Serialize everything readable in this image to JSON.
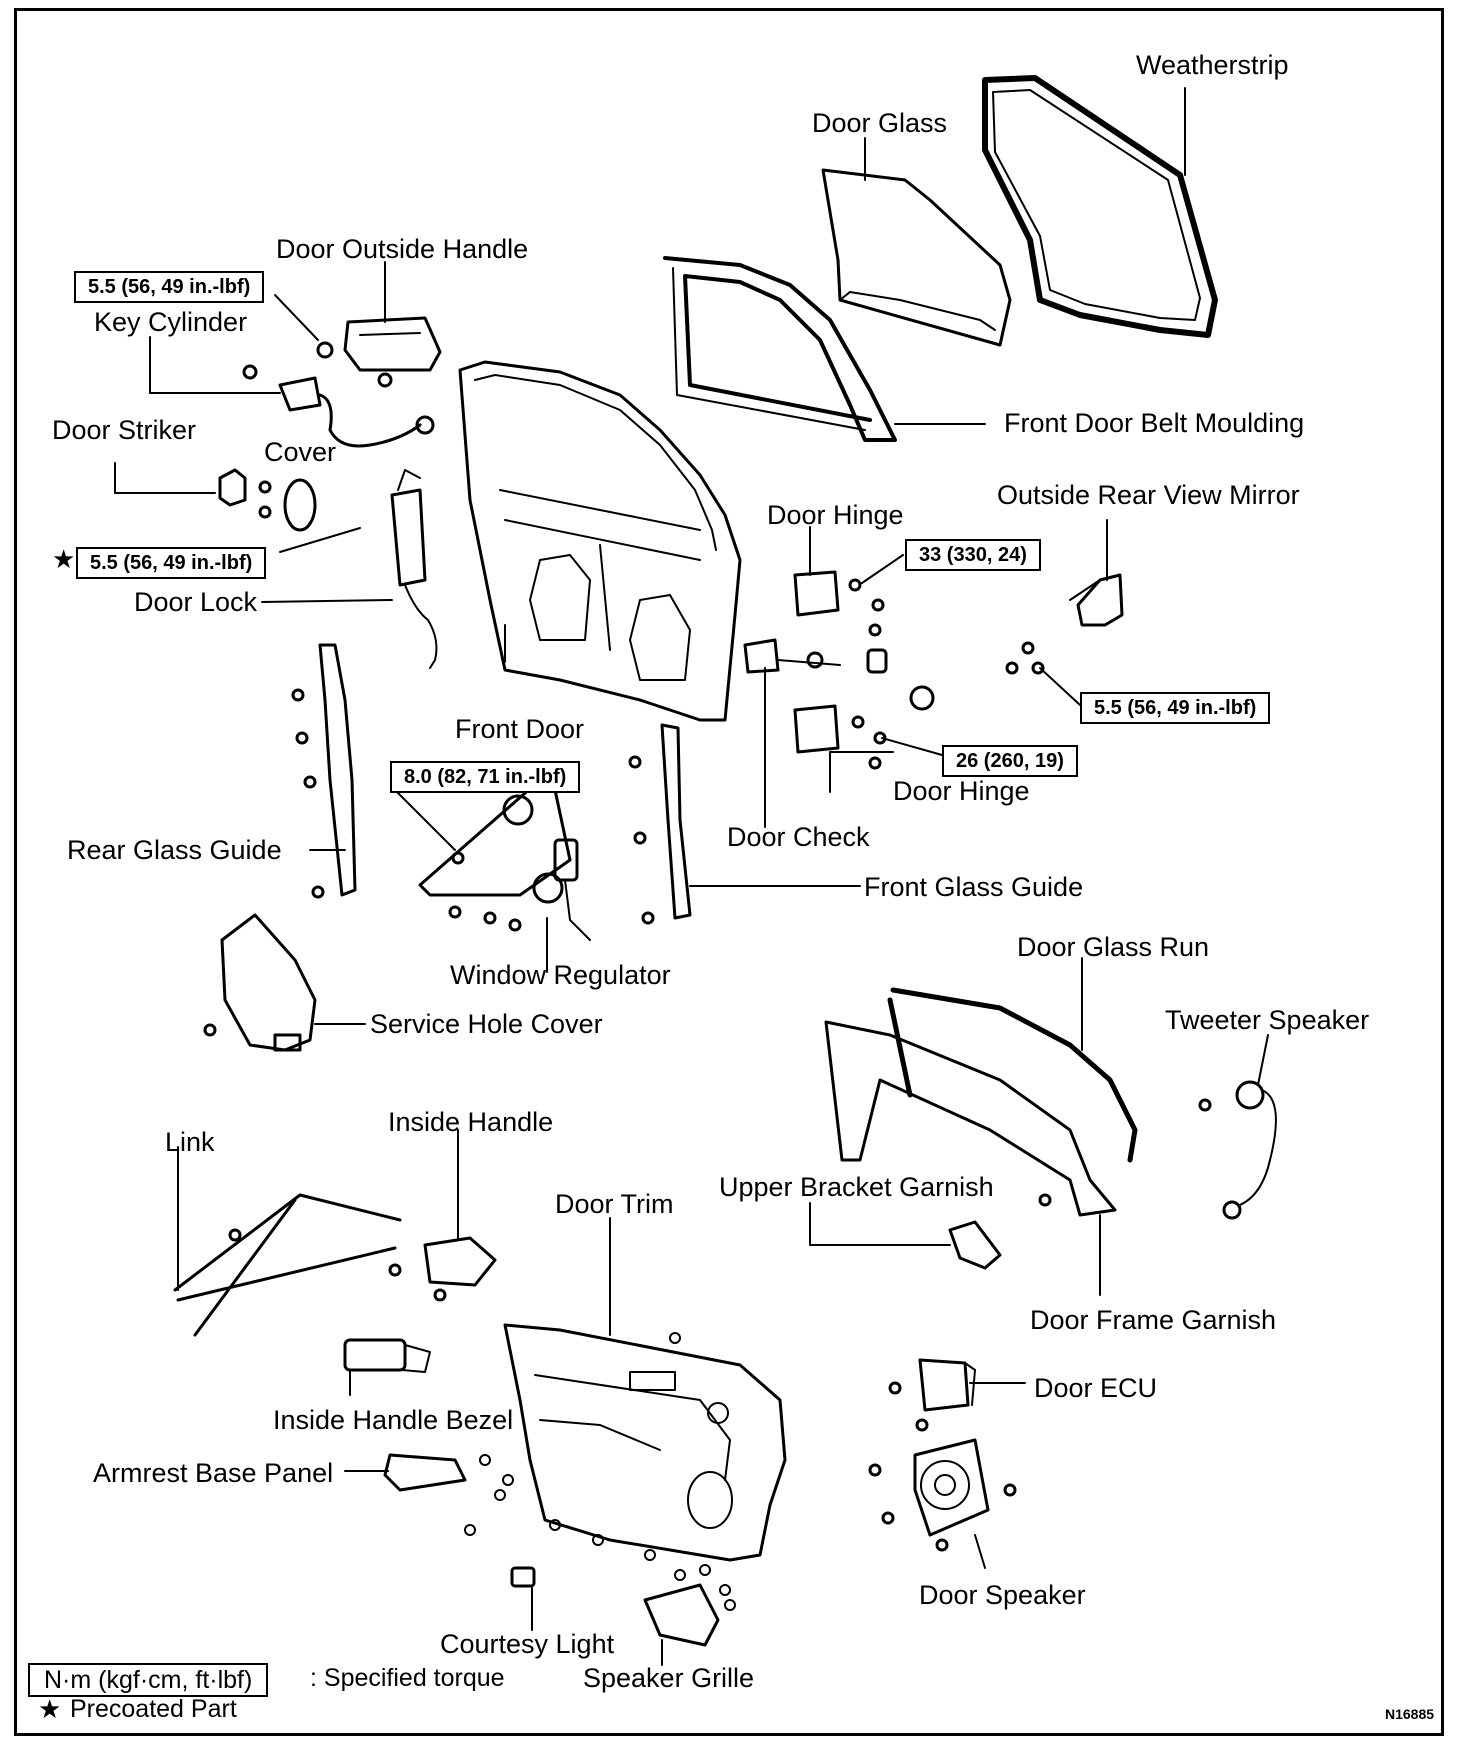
{
  "labels": {
    "weatherstrip": "Weatherstrip",
    "door_glass": "Door Glass",
    "door_outside_handle": "Door Outside Handle",
    "key_cylinder": "Key Cylinder",
    "front_door_belt_moulding": "Front Door Belt Moulding",
    "door_striker": "Door Striker",
    "cover": "Cover",
    "outside_rear_view_mirror": "Outside Rear View Mirror",
    "door_hinge_upper": "Door Hinge",
    "door_lock": "Door Lock",
    "front_door": "Front Door",
    "door_hinge_lower": "Door Hinge",
    "rear_glass_guide": "Rear Glass Guide",
    "door_check": "Door Check",
    "front_glass_guide": "Front Glass Guide",
    "window_regulator": "Window Regulator",
    "door_glass_run": "Door Glass Run",
    "service_hole_cover": "Service Hole Cover",
    "tweeter_speaker": "Tweeter Speaker",
    "link": "Link",
    "inside_handle": "Inside Handle",
    "upper_bracket_garnish": "Upper Bracket Garnish",
    "door_trim": "Door Trim",
    "door_frame_garnish": "Door Frame Garnish",
    "door_ecu": "Door ECU",
    "inside_handle_bezel": "Inside Handle Bezel",
    "armrest_base_panel": "Armrest Base Panel",
    "door_speaker": "Door Speaker",
    "courtesy_light": "Courtesy Light",
    "speaker_grille": "Speaker Grille"
  },
  "torques": {
    "outside_handle": "5.5 (56, 49 in.-lbf)",
    "door_lock": "5.5 (56, 49 in.-lbf)",
    "hinge_upper": "33 (330, 24)",
    "mirror": "5.5 (56, 49 in.-lbf)",
    "hinge_lower": "26 (260, 19)",
    "window_regulator": "8.0 (82, 71 in.-lbf)"
  },
  "legend": {
    "torque_unit": "N·m (kgf·cm, ft·lbf)",
    "torque_text": ": Specified torque",
    "star": "★",
    "precoated_text": "Precoated Part"
  },
  "figure_code": "N16885"
}
